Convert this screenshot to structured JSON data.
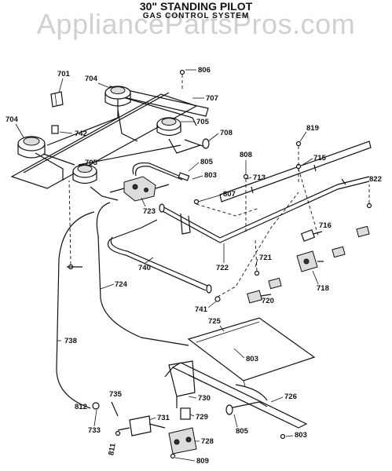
{
  "header": {
    "title": "30\" STANDING PILOT",
    "subtitle": "GAS CONTROL SYSTEM",
    "watermark": "AppliancePartsPros.com"
  },
  "parts": [
    {
      "id": "p806",
      "label": "806"
    },
    {
      "id": "p701",
      "label": "701"
    },
    {
      "id": "p704a",
      "label": "704"
    },
    {
      "id": "p707",
      "label": "707"
    },
    {
      "id": "p704b",
      "label": "704"
    },
    {
      "id": "p742",
      "label": "742"
    },
    {
      "id": "p705a",
      "label": "705"
    },
    {
      "id": "p708",
      "label": "708"
    },
    {
      "id": "p819",
      "label": "819"
    },
    {
      "id": "p715",
      "label": "715"
    },
    {
      "id": "p808",
      "label": "808"
    },
    {
      "id": "p805a",
      "label": "805"
    },
    {
      "id": "p713",
      "label": "713"
    },
    {
      "id": "p822",
      "label": "822"
    },
    {
      "id": "p705b",
      "label": "705"
    },
    {
      "id": "p803a",
      "label": "803"
    },
    {
      "id": "p807",
      "label": "807"
    },
    {
      "id": "p723",
      "label": "723"
    },
    {
      "id": "p716",
      "label": "716"
    },
    {
      "id": "p721",
      "label": "721"
    },
    {
      "id": "p722",
      "label": "722"
    },
    {
      "id": "p740",
      "label": "740"
    },
    {
      "id": "p718",
      "label": "718"
    },
    {
      "id": "p724",
      "label": "724"
    },
    {
      "id": "p720",
      "label": "720"
    },
    {
      "id": "p741",
      "label": "741"
    },
    {
      "id": "p725",
      "label": "725"
    },
    {
      "id": "p738",
      "label": "738"
    },
    {
      "id": "p803b",
      "label": "803"
    },
    {
      "id": "p735",
      "label": "735"
    },
    {
      "id": "p730",
      "label": "730"
    },
    {
      "id": "p726",
      "label": "726"
    },
    {
      "id": "p812",
      "label": "812"
    },
    {
      "id": "p731",
      "label": "731"
    },
    {
      "id": "p729",
      "label": "729"
    },
    {
      "id": "p733",
      "label": "733"
    },
    {
      "id": "p805b",
      "label": "805"
    },
    {
      "id": "p728",
      "label": "728"
    },
    {
      "id": "p803c",
      "label": "803"
    },
    {
      "id": "p811",
      "label": "811"
    },
    {
      "id": "p809",
      "label": "809"
    }
  ]
}
